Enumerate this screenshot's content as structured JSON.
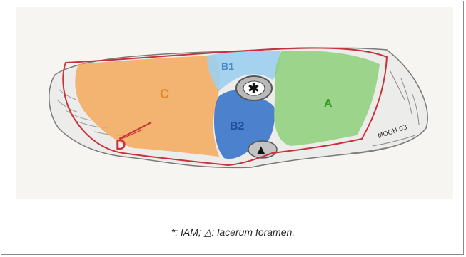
{
  "figure": {
    "regions": [
      {
        "id": "A",
        "label": "A",
        "color": "#8fd07a"
      },
      {
        "id": "B1",
        "label": "B1",
        "color": "#9ccff0"
      },
      {
        "id": "B2",
        "label": "B2",
        "color": "#2f6fc8"
      },
      {
        "id": "C",
        "label": "C",
        "color": "#f4a95c"
      },
      {
        "id": "D",
        "label": "D",
        "color": "#c8323a"
      }
    ],
    "markers": {
      "iam": "✱",
      "lacerum": "▲"
    },
    "signature": "MOGH 03",
    "outline_color": "#c8323a"
  },
  "caption": "*: IAM; △: lacerum foramen."
}
